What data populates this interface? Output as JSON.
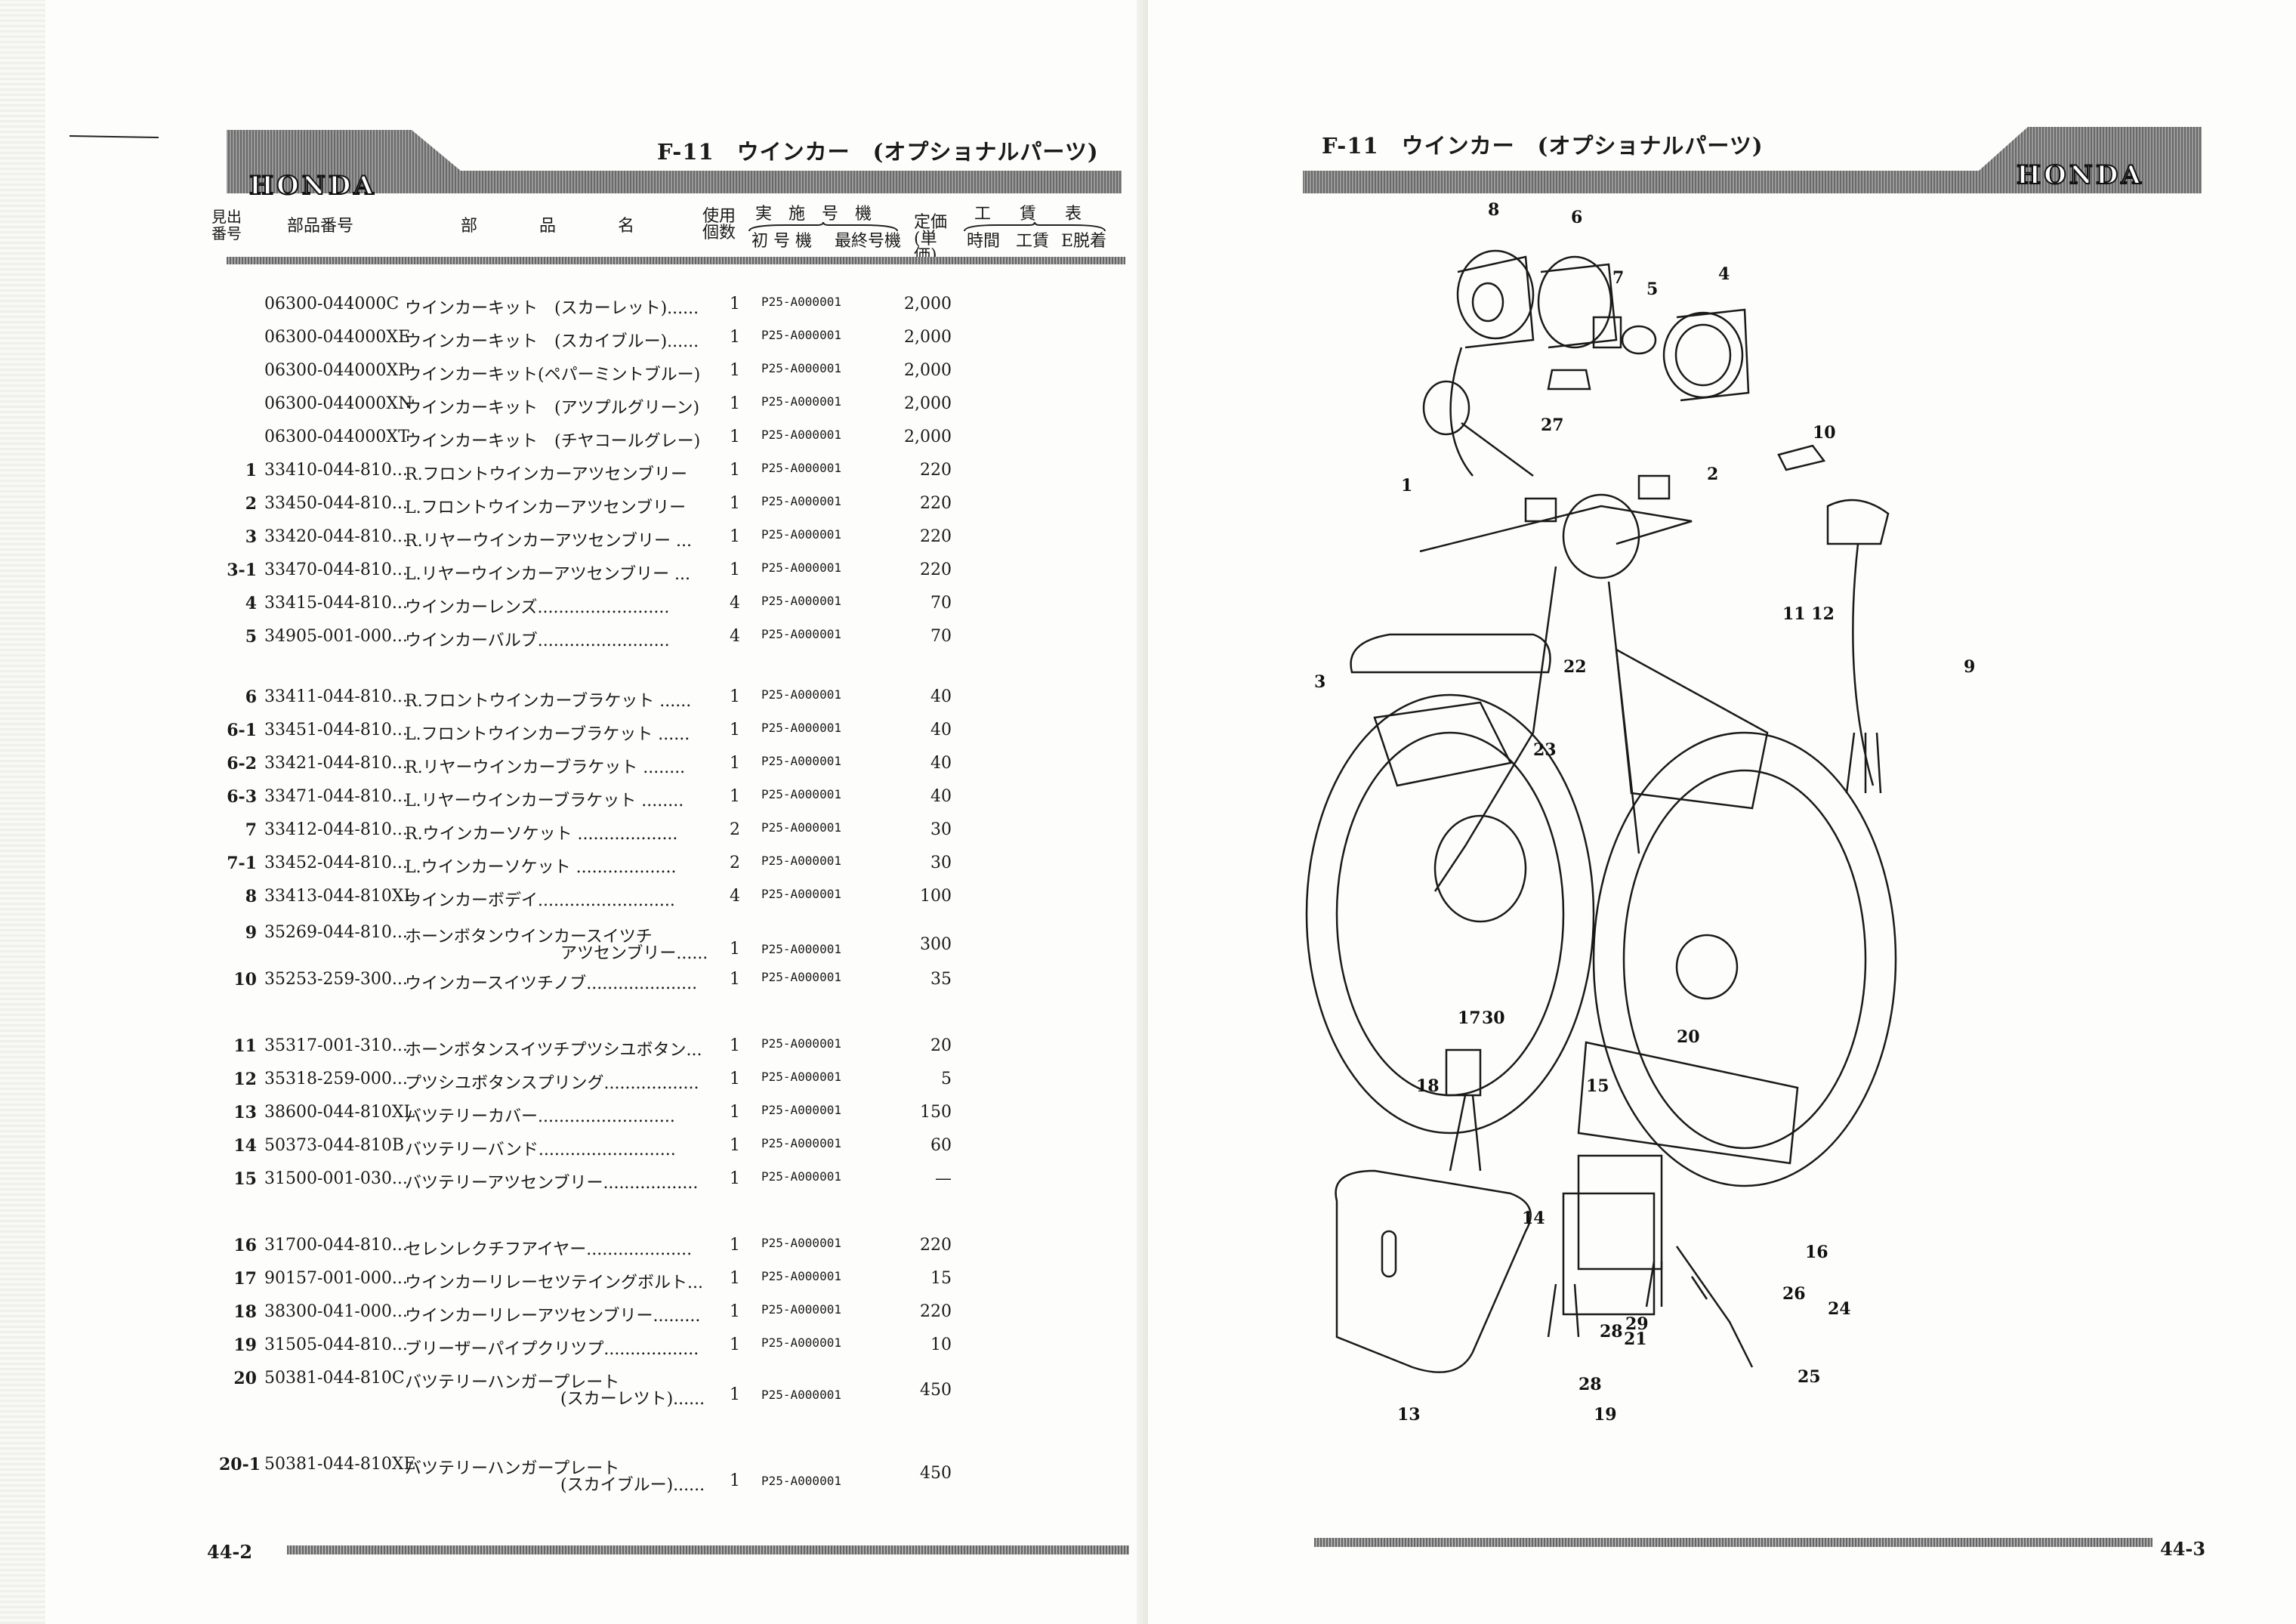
{
  "left_page": {
    "title": "F-11　ウインカー　(オプショナルパーツ)",
    "brand": "HONDA",
    "headers": {
      "ref": "見出番号",
      "part_no": "部品番号",
      "name": "部　品　名",
      "qty": "使用個数",
      "serial_group": "実　施　号　機",
      "serial_first": "初 号 機",
      "serial_last": "最終号機",
      "price": "定価(単価)",
      "labor_group": "工　賃　表",
      "labor_time": "時間",
      "labor_cost": "工賃",
      "labor_e": "E脱着"
    },
    "rows": [
      {
        "ref": "",
        "part": "06300-044000C",
        "name": "ウインカーキット　(スカーレット)......",
        "name2": "",
        "qty": "1",
        "serial": "P25-A000001",
        "price": "2,000"
      },
      {
        "ref": "",
        "part": "06300-044000XE",
        "name": "ウインカーキット　(スカイブルー)......",
        "name2": "",
        "qty": "1",
        "serial": "P25-A000001",
        "price": "2,000"
      },
      {
        "ref": "",
        "part": "06300-044000XP",
        "name": "ウインカーキット(ペパーミントブルー)",
        "name2": "",
        "qty": "1",
        "serial": "P25-A000001",
        "price": "2,000"
      },
      {
        "ref": "",
        "part": "06300-044000XN",
        "name": "ウインカーキット　(アツプルグリーン)",
        "name2": "",
        "qty": "1",
        "serial": "P25-A000001",
        "price": "2,000"
      },
      {
        "ref": "",
        "part": "06300-044000XT",
        "name": "ウインカーキット　(チヤコールグレー)",
        "name2": "",
        "qty": "1",
        "serial": "P25-A000001",
        "price": "2,000"
      },
      {
        "ref": "1",
        "part": "33410-044-810...",
        "name": "R.フロントウインカーアツセンブリー",
        "name2": "",
        "qty": "1",
        "serial": "P25-A000001",
        "price": "220"
      },
      {
        "ref": "2",
        "part": "33450-044-810...",
        "name": "L.フロントウインカーアツセンブリー",
        "name2": "",
        "qty": "1",
        "serial": "P25-A000001",
        "price": "220"
      },
      {
        "ref": "3",
        "part": "33420-044-810...",
        "name": "R.リヤーウインカーアツセンブリー ...",
        "name2": "",
        "qty": "1",
        "serial": "P25-A000001",
        "price": "220"
      },
      {
        "ref": "3-1",
        "part": "33470-044-810...",
        "name": "L.リヤーウインカーアツセンブリー ...",
        "name2": "",
        "qty": "1",
        "serial": "P25-A000001",
        "price": "220"
      },
      {
        "ref": "4",
        "part": "33415-044-810...",
        "name": "ウインカーレンズ.........................",
        "name2": "",
        "qty": "4",
        "serial": "P25-A000001",
        "price": "70"
      },
      {
        "ref": "5",
        "part": "34905-001-000...",
        "name": "ウインカーバルブ.........................",
        "name2": "",
        "qty": "4",
        "serial": "P25-A000001",
        "price": "70"
      },
      {
        "ref": "6",
        "part": "33411-044-810...",
        "name": "R.フロントウインカーブラケット ......",
        "name2": "",
        "qty": "1",
        "serial": "P25-A000001",
        "price": "40"
      },
      {
        "ref": "6-1",
        "part": "33451-044-810...",
        "name": "L.フロントウインカーブラケット ......",
        "name2": "",
        "qty": "1",
        "serial": "P25-A000001",
        "price": "40"
      },
      {
        "ref": "6-2",
        "part": "33421-044-810...",
        "name": "R.リヤーウインカーブラケット ........",
        "name2": "",
        "qty": "1",
        "serial": "P25-A000001",
        "price": "40"
      },
      {
        "ref": "6-3",
        "part": "33471-044-810...",
        "name": "L.リヤーウインカーブラケット ........",
        "name2": "",
        "qty": "1",
        "serial": "P25-A000001",
        "price": "40"
      },
      {
        "ref": "7",
        "part": "33412-044-810...",
        "name": "R.ウインカーソケット ...................",
        "name2": "",
        "qty": "2",
        "serial": "P25-A000001",
        "price": "30"
      },
      {
        "ref": "7-1",
        "part": "33452-044-810...",
        "name": "L.ウインカーソケット ...................",
        "name2": "",
        "qty": "2",
        "serial": "P25-A000001",
        "price": "30"
      },
      {
        "ref": "8",
        "part": "33413-044-810XL",
        "name": "ウインカーボデイ..........................",
        "name2": "",
        "qty": "4",
        "serial": "P25-A000001",
        "price": "100"
      },
      {
        "ref": "9",
        "part": "35269-044-810...",
        "name": "ホーンボタンウインカースイツチ",
        "name2": "アツセンブリー......",
        "qty": "1",
        "serial": "P25-A000001",
        "price": "300"
      },
      {
        "ref": "10",
        "part": "35253-259-300...",
        "name": "ウインカースイツチノブ.....................",
        "name2": "",
        "qty": "1",
        "serial": "P25-A000001",
        "price": "35"
      },
      {
        "ref": "11",
        "part": "35317-001-310...",
        "name": "ホーンボタンスイツチプツシユボタン...",
        "name2": "",
        "qty": "1",
        "serial": "P25-A000001",
        "price": "20"
      },
      {
        "ref": "12",
        "part": "35318-259-000...",
        "name": "プツシユボタンスプリング..................",
        "name2": "",
        "qty": "1",
        "serial": "P25-A000001",
        "price": "5"
      },
      {
        "ref": "13",
        "part": "38600-044-810XL",
        "name": "バツテリーカバー..........................",
        "name2": "",
        "qty": "1",
        "serial": "P25-A000001",
        "price": "150"
      },
      {
        "ref": "14",
        "part": "50373-044-810B",
        "name": "バツテリーバンド..........................",
        "name2": "",
        "qty": "1",
        "serial": "P25-A000001",
        "price": "60"
      },
      {
        "ref": "15",
        "part": "31500-001-030...",
        "name": "バツテリーアツセンブリー..................",
        "name2": "",
        "qty": "1",
        "serial": "P25-A000001",
        "price": "—"
      },
      {
        "ref": "16",
        "part": "31700-044-810...",
        "name": "セレンレクチフアイヤー....................",
        "name2": "",
        "qty": "1",
        "serial": "P25-A000001",
        "price": "220"
      },
      {
        "ref": "17",
        "part": "90157-001-000...",
        "name": "ウインカーリレーセツテイングボルト...",
        "name2": "",
        "qty": "1",
        "serial": "P25-A000001",
        "price": "15"
      },
      {
        "ref": "18",
        "part": "38300-041-000...",
        "name": "ウインカーリレーアツセンブリー.........",
        "name2": "",
        "qty": "1",
        "serial": "P25-A000001",
        "price": "220"
      },
      {
        "ref": "19",
        "part": "31505-044-810...",
        "name": "ブリーザーパイプクリツプ..................",
        "name2": "",
        "qty": "1",
        "serial": "P25-A000001",
        "price": "10"
      },
      {
        "ref": "20",
        "part": "50381-044-810C",
        "name": "バツテリーハンガープレート",
        "name2": "(スカーレツト)......",
        "qty": "1",
        "serial": "P25-A000001",
        "price": "450"
      },
      {
        "ref": "20-1",
        "part": "50381-044-810XE",
        "name": "バツテリーハンガープレート",
        "name2": "(スカイブルー)......",
        "qty": "1",
        "serial": "P25-A000001",
        "price": "450"
      }
    ],
    "page_number": "44-2"
  },
  "right_page": {
    "title": "F-11　ウインカー　(オプショナルパーツ)",
    "brand": "HONDA",
    "page_number": "44-3",
    "callouts": [
      "1",
      "2",
      "3",
      "4",
      "5",
      "6",
      "7",
      "8",
      "9",
      "10",
      "11",
      "12",
      "13",
      "14",
      "15",
      "16",
      "17",
      "18",
      "19",
      "20",
      "21",
      "22",
      "23",
      "24",
      "25",
      "26",
      "27",
      "28",
      "28",
      "29",
      "30"
    ]
  }
}
